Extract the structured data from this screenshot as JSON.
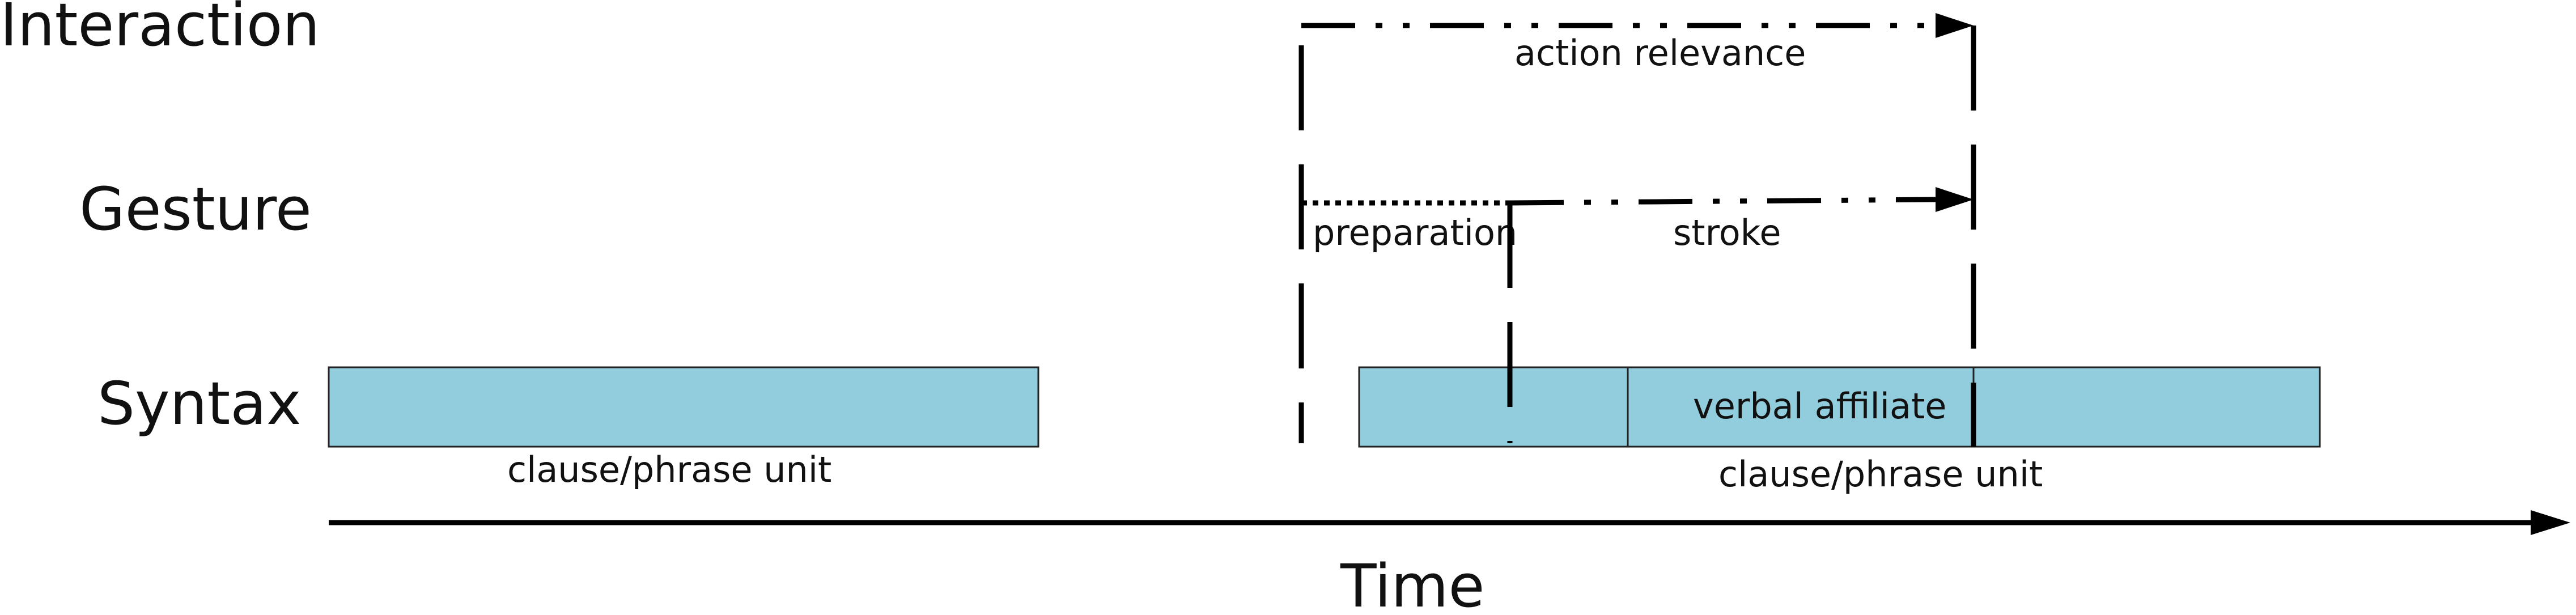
{
  "rows": {
    "interaction": "Interaction",
    "gesture": "Gesture",
    "syntax": "Syntax"
  },
  "labels": {
    "action_relevance": "action relevance",
    "preparation": "preparation",
    "stroke": "stroke",
    "verbal_affiliate": "verbal affiliate",
    "clause_unit_left": "clause/phrase unit",
    "clause_unit_right": "clause/phrase unit"
  },
  "axis": {
    "label": "Time"
  },
  "colors": {
    "bar_fill": "#92cddd",
    "line": "#000000"
  }
}
